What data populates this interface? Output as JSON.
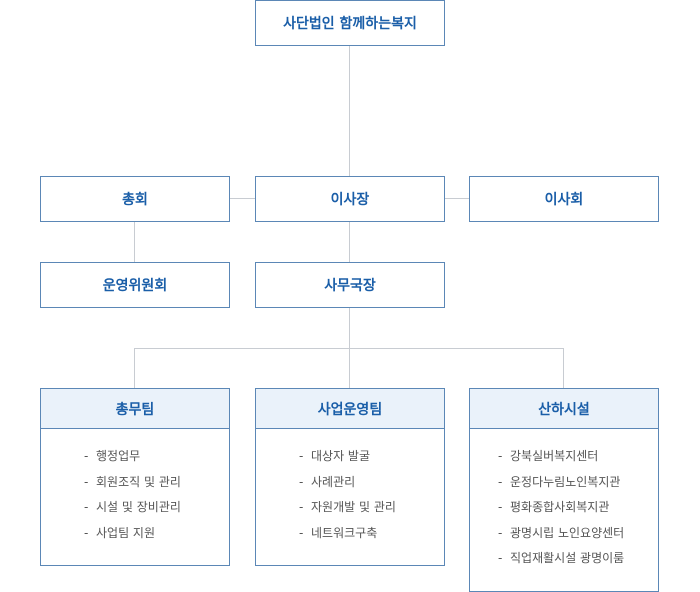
{
  "org": {
    "top": "사단법인 함께하는복지",
    "general_assembly": "총회",
    "chairman": "이사장",
    "board": "이사회",
    "steering_committee": "운영위원회",
    "secretary_general": "사무국장"
  },
  "teams": [
    {
      "title": "총무팀",
      "items": [
        "행정업무",
        "회원조직 및 관리",
        "시설 및 장비관리",
        "사업팀 지원"
      ]
    },
    {
      "title": "사업운영팀",
      "items": [
        "대상자 발굴",
        "사례관리",
        "자원개발 및 관리",
        "네트워크구축"
      ]
    },
    {
      "title": "산하시설",
      "items": [
        "강북실버복지센터",
        "운정다누림노인복지관",
        "평화종합사회복지관",
        "광명시립 노인요양센터",
        "직업재활시설 광명이룸"
      ]
    }
  ],
  "bullet": "-",
  "colors": {
    "border": "#5b87b6",
    "text": "#1a5ea8",
    "header_bg": "#eaf2fa",
    "line": "#c8ccd2"
  }
}
